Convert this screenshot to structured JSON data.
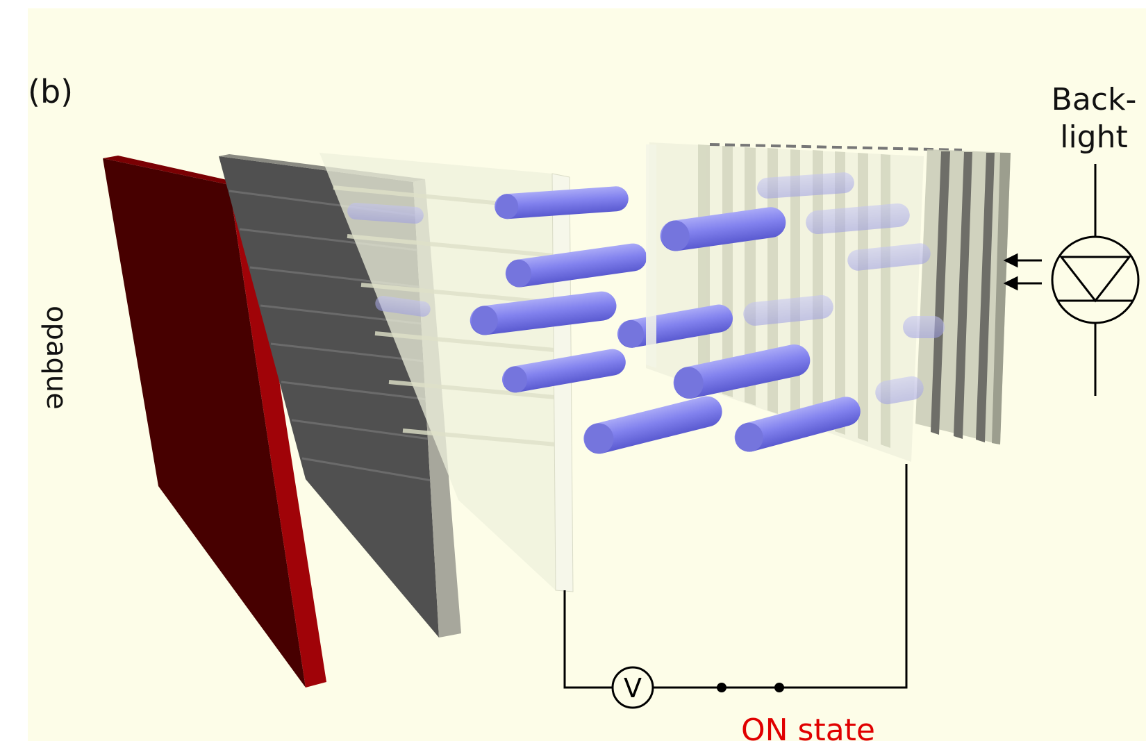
{
  "figure": {
    "panel_label": "(b)",
    "left_label": "opaque",
    "backlight_label_line1": "Back-",
    "backlight_label_line2": "light",
    "voltmeter_symbol": "V",
    "state_label": "ON state"
  },
  "components": [
    "analyzer-polarizer",
    "front-glass-substrate",
    "liquid-crystal-layer",
    "rear-glass-substrate",
    "rear-polarizer",
    "backlight-led-icon",
    "voltage-circuit"
  ],
  "colors": {
    "background": "#fdfde8",
    "analyzer": "#4a0000",
    "analyzer_edge": "#9c0004",
    "polarizer_gray": "#4c4c4c",
    "glass": "#f0f2e0",
    "lc_molecule": "#8080ee",
    "state_text": "#e00000",
    "wire": "#000000"
  }
}
